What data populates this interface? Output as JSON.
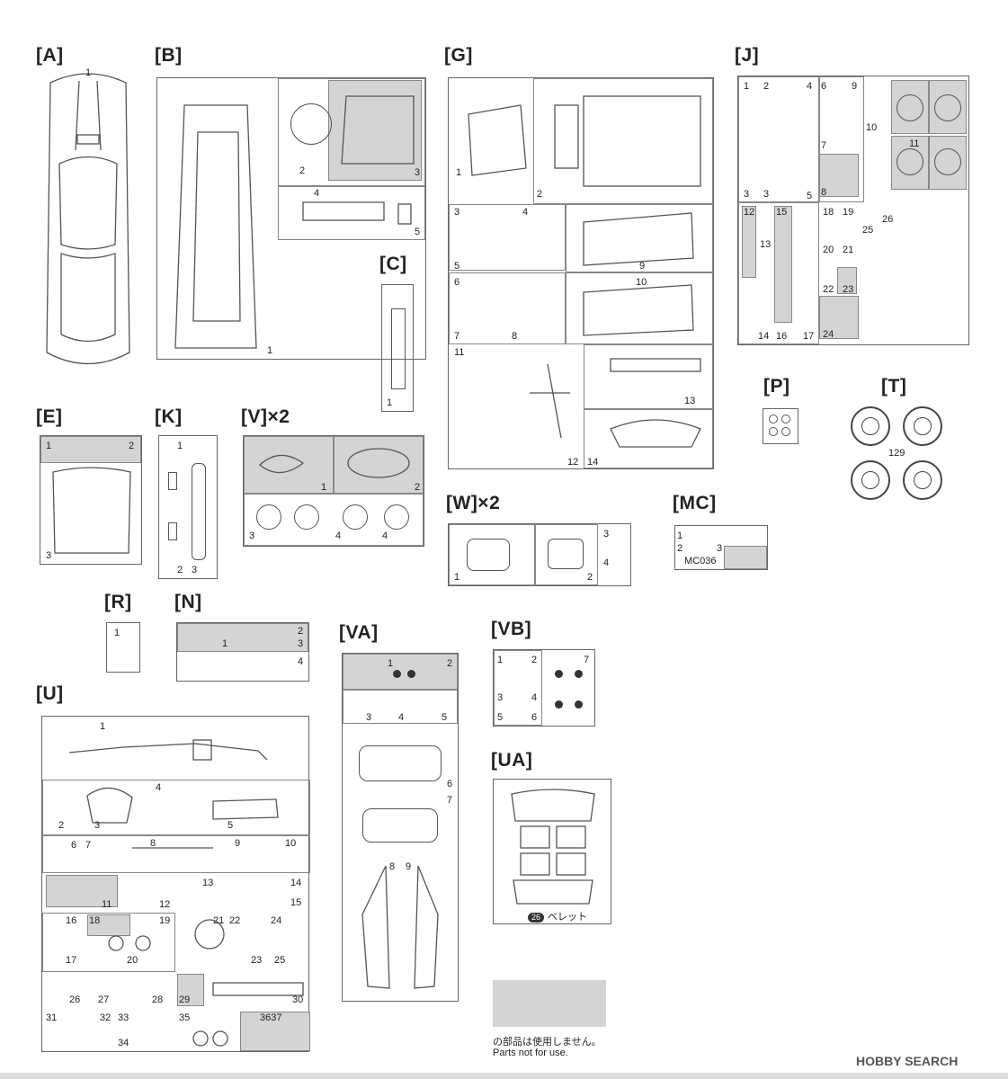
{
  "labels": {
    "A": "[A]",
    "B": "[B]",
    "C": "[C]",
    "E": "[E]",
    "G": "[G]",
    "J": "[J]",
    "K": "[K]",
    "V": "[V]×2",
    "P": "[P]",
    "T": "[T]",
    "W": "[W]×2",
    "MC": "[MC]",
    "R": "[R]",
    "N": "[N]",
    "U": "[U]",
    "VA": "[VA]",
    "VB": "[VB]",
    "UA": "[UA]"
  },
  "mc_code": "MC036",
  "t_number": "129",
  "ua_note_num": "26",
  "ua_note_text": "ベレット",
  "legend": {
    "jp": "の部品は使用しません。",
    "en": "Parts not for use."
  },
  "watermark": "HOBBY SEARCH",
  "colors": {
    "unused": "#d4d4d4",
    "line": "#555555"
  },
  "part_numbers": {
    "A": [
      "1"
    ],
    "B": [
      "1",
      "2",
      "3",
      "4",
      "5"
    ],
    "C": [
      "1"
    ],
    "E": [
      "1",
      "2",
      "3"
    ],
    "K": [
      "1",
      "2",
      "3"
    ],
    "V": [
      "1",
      "2",
      "3",
      "4",
      "4"
    ],
    "G": [
      "1",
      "2",
      "3",
      "4",
      "5",
      "6",
      "7",
      "8",
      "9",
      "10",
      "11",
      "12",
      "13",
      "14"
    ],
    "J": [
      "1",
      "2",
      "3",
      "3",
      "4",
      "5",
      "6",
      "7",
      "8",
      "9",
      "10",
      "11",
      "12",
      "13",
      "14",
      "15",
      "16",
      "17",
      "18",
      "19",
      "20",
      "21",
      "22",
      "23",
      "24",
      "25",
      "26"
    ],
    "W": [
      "1",
      "2",
      "3",
      "4"
    ],
    "MC": [
      "1",
      "2",
      "3"
    ],
    "R": [
      "1"
    ],
    "N": [
      "1",
      "2",
      "3",
      "4"
    ],
    "VA": [
      "1",
      "2",
      "3",
      "4",
      "5",
      "6",
      "7",
      "8",
      "9"
    ],
    "VB": [
      "1",
      "2",
      "3",
      "4",
      "5",
      "6",
      "7"
    ],
    "U": [
      "1",
      "2",
      "3",
      "4",
      "5",
      "6",
      "7",
      "8",
      "9",
      "10",
      "11",
      "12",
      "13",
      "14",
      "15",
      "16",
      "17",
      "18",
      "19",
      "20",
      "21",
      "22",
      "23",
      "24",
      "25",
      "26",
      "27",
      "28",
      "29",
      "30",
      "31",
      "32",
      "33",
      "34",
      "35",
      "3637"
    ]
  }
}
